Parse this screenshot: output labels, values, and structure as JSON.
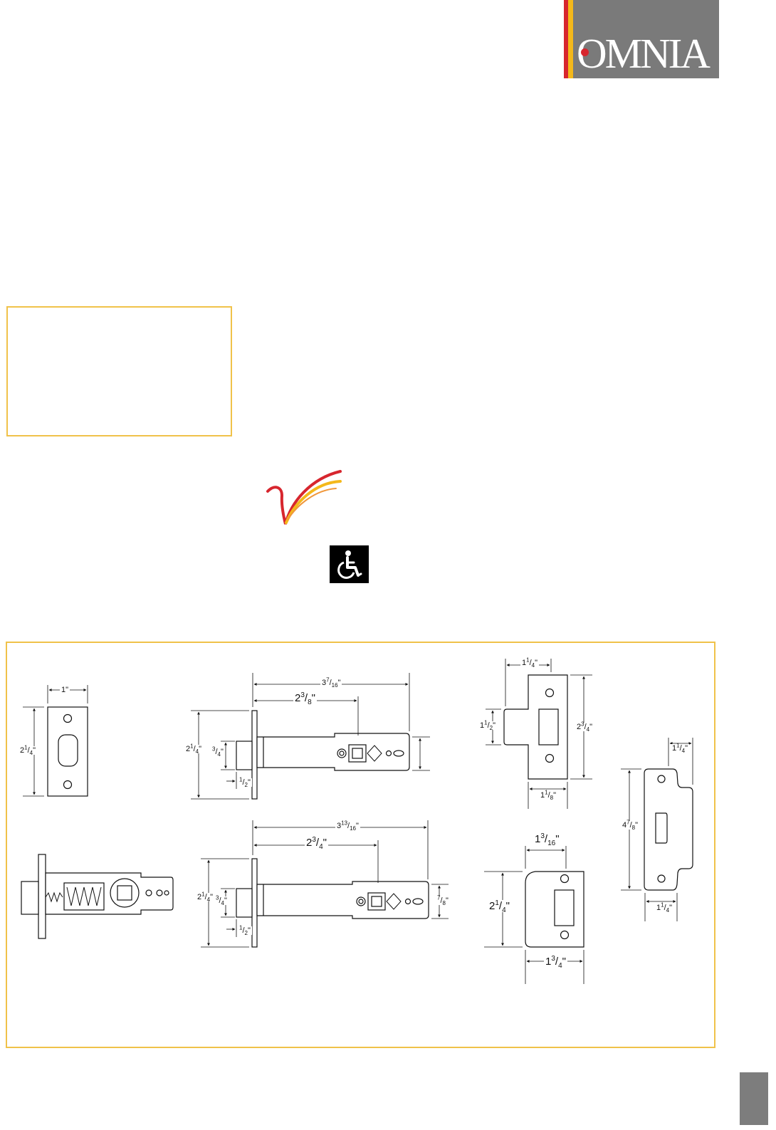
{
  "brand": {
    "name": "OMNIA",
    "colors": {
      "panel": "#7a7a7a",
      "stripe_red": "#d7262e",
      "stripe_yellow": "#f4b81a",
      "text": "#ffffff"
    }
  },
  "accent_border_color": "#f0c24a",
  "icons": {
    "swoosh": "swoosh-logo",
    "accessibility": "wheelchair-icon"
  },
  "dimensions": {
    "faceplate_width": {
      "w": "1",
      "u": "\""
    },
    "faceplate_height": {
      "w": "2",
      "n": "1",
      "d": "4",
      "u": "\""
    },
    "latch1_overall": {
      "w": "3",
      "n": "7",
      "d": "16",
      "u": "\""
    },
    "latch1_backset": {
      "w": "2",
      "n": "3",
      "d": "8",
      "u": "\""
    },
    "latch1_face_height": {
      "w": "2",
      "n": "1",
      "d": "4",
      "u": "\""
    },
    "latch1_bolt_height": {
      "w": "",
      "n": "3",
      "d": "4",
      "u": "\""
    },
    "latch1_bolt_throw": {
      "w": "",
      "n": "1",
      "d": "2",
      "u": "\""
    },
    "latch2_overall": {
      "w": "3",
      "n": "13",
      "d": "16",
      "u": "\""
    },
    "latch2_backset": {
      "w": "2",
      "n": "3",
      "d": "4",
      "u": "\""
    },
    "latch2_face_height": {
      "w": "2",
      "n": "1",
      "d": "4",
      "u": "\""
    },
    "latch2_bolt_height": {
      "w": "",
      "n": "3",
      "d": "4",
      "u": "\""
    },
    "latch2_bolt_throw": {
      "w": "",
      "n": "1",
      "d": "2",
      "u": "\""
    },
    "latch2_tail_height": {
      "w": "",
      "n": "7",
      "d": "8",
      "u": "\""
    },
    "tstrike_lip": {
      "w": "1",
      "n": "1",
      "d": "4",
      "u": "\""
    },
    "tstrike_lip_height": {
      "w": "1",
      "n": "1",
      "d": "2",
      "u": "\""
    },
    "tstrike_height": {
      "w": "2",
      "n": "3",
      "d": "4",
      "u": "\""
    },
    "tstrike_width": {
      "w": "1",
      "n": "1",
      "d": "8",
      "u": "\""
    },
    "fullstrike_lip": {
      "w": "1",
      "n": "3",
      "d": "16",
      "u": "\""
    },
    "fullstrike_height": {
      "w": "2",
      "n": "1",
      "d": "4",
      "u": "\""
    },
    "fullstrike_width": {
      "w": "1",
      "n": "3",
      "d": "4",
      "u": "\""
    },
    "longstrike_lip": {
      "w": "1",
      "n": "1",
      "d": "4",
      "u": "\""
    },
    "longstrike_height": {
      "w": "4",
      "n": "7",
      "d": "8",
      "u": "\""
    },
    "longstrike_width": {
      "w": "1",
      "n": "1",
      "d": "4",
      "u": "\""
    }
  }
}
